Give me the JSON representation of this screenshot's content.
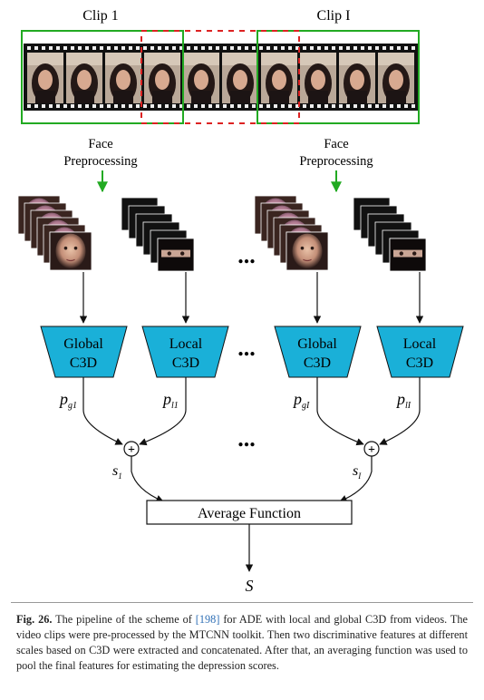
{
  "diagram": {
    "clip_labels": [
      "Clip 1",
      "Clip I"
    ],
    "preprocess_labels": [
      {
        "line1": "Face",
        "line2": "Preprocessing"
      },
      {
        "line1": "Face",
        "line2": "Preprocessing"
      }
    ],
    "ellipsis": "...",
    "c3d_blocks": [
      {
        "line1": "Global",
        "line2": "C3D"
      },
      {
        "line1": "Local",
        "line2": "C3D"
      },
      {
        "line1": "Global",
        "line2": "C3D"
      },
      {
        "line1": "Local",
        "line2": "C3D"
      }
    ],
    "prob_labels": [
      {
        "base": "p",
        "sub": "g1"
      },
      {
        "base": "p",
        "sub": "l1"
      },
      {
        "base": "p",
        "sub": "gI"
      },
      {
        "base": "p",
        "sub": "lI"
      }
    ],
    "plus_symbol": "+",
    "score_labels": [
      {
        "base": "s",
        "sub": "1"
      },
      {
        "base": "s",
        "sub": "I"
      }
    ],
    "average_label": "Average Function",
    "output_label": "S",
    "colors": {
      "clip_box": "#22aa22",
      "dashed_box": "#dd2222",
      "arrow_green": "#22aa22",
      "c3d_fill": "#1ab0d8"
    }
  },
  "caption": {
    "fig_label": "Fig. 26.",
    "text_before_ref": " The pipeline of the scheme of ",
    "ref": "[198]",
    "text_after_ref": " for ADE with local and global C3D from videos. The video clips were pre-processed by the MTCNN toolkit. Then two discriminative features at different scales based on C3D were extracted and concatenated. After that, an averaging function was used to pool the final features for estimating the depression scores."
  }
}
